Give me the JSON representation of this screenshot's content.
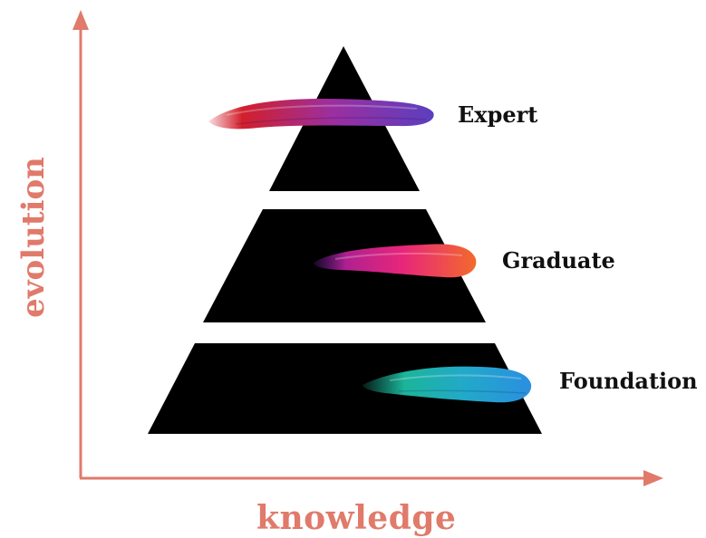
{
  "axes": {
    "x_label": "knowledge",
    "y_label": "evolution"
  },
  "tiers": [
    {
      "label": "Expert",
      "brush_colors": [
        "#d21f2b",
        "#9b2fa0",
        "#5b3fbf"
      ]
    },
    {
      "label": "Graduate",
      "brush_colors": [
        "#7a1fb0",
        "#e8267a",
        "#f26a2c"
      ]
    },
    {
      "label": "Foundation",
      "brush_colors": [
        "#1bb59a",
        "#22a9c9",
        "#2a8fe0"
      ]
    }
  ],
  "colors": {
    "axis": "#e07a6b",
    "pyramid": "#000000",
    "text": "#111111"
  }
}
